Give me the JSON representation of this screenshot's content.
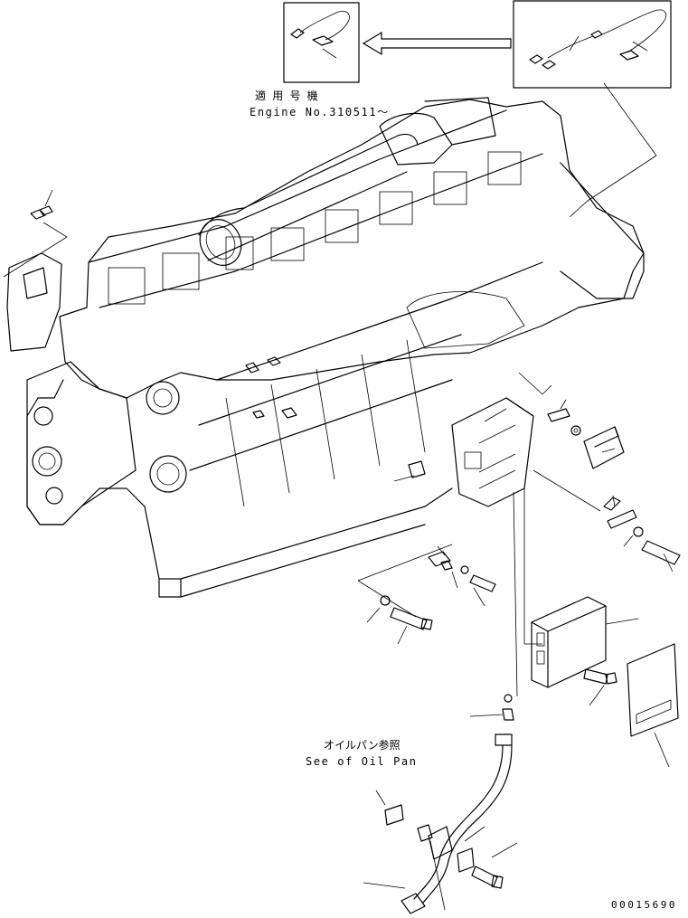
{
  "labels": {
    "applicable_serial_jp": "適 用 号 機",
    "engine_serial": "Engine No.310511～",
    "oil_pan_ref_jp": "オイルパン参照",
    "oil_pan_ref_en": "See of Oil Pan",
    "drawing_number": "00015690"
  },
  "colors": {
    "line": "#000000",
    "background": "#ffffff"
  }
}
